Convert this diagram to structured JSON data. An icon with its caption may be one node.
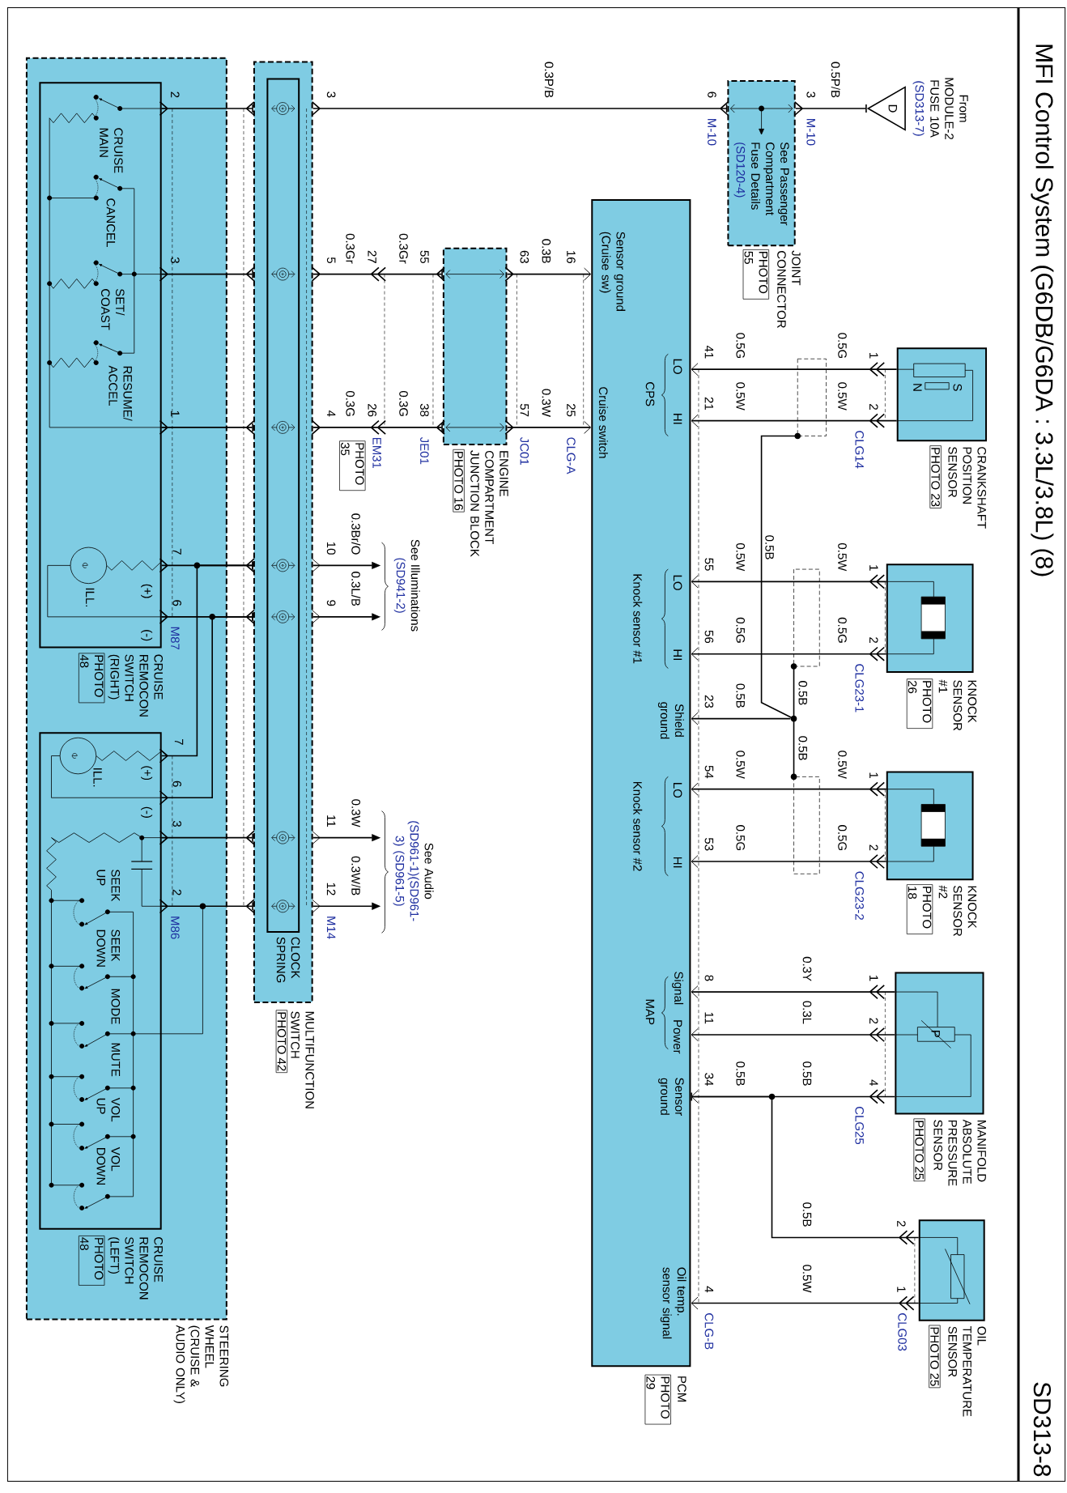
{
  "diagram": {
    "title": "MFI Control System (G6DB/G6DA : 3.3L/3.8L) (8)",
    "nodes": [
      {
        "text": [
          "STEERING WHEEL (CRUISE & AUDIO ONLY)"
        ]
      },
      {
        "text": [
          "CRUISE MAIN",
          "CANCEL",
          "SET/ COAST",
          "RESUME/ ACCEL",
          "ILL.",
          "(+)",
          "(-)",
          "CRUISE REMOCON SWITCH (RIGHT)",
          "PHOTO 48"
        ],
        "in": 0
      },
      {
        "text": [
          "ILL.",
          "(+)",
          "(-)",
          "SEEK UP",
          "SEEK DOWN",
          "MODE",
          "MUTE",
          "VOL UP",
          "VOL DOWN",
          "CRUISE REMOCON SWITCH (LEFT)",
          "PHOTO 48"
        ],
        "in": 0
      },
      {
        "text": [
          "MULTIFUNCTION SWITCH",
          "PHOTO 42"
        ]
      },
      {
        "text": [
          "CLOCK SPRING"
        ],
        "in": 3
      },
      {
        "text": [
          "ENGINE COMPARTMENT JUNCTION BLOCK",
          "PHOTO 16"
        ]
      },
      {
        "text": [
          "See Passenger Compartment Fuse Details",
          "(SD120-4)",
          "JOINT CONNECTOR",
          "PHOTO 55"
        ]
      },
      {
        "text": [
          "D"
        ],
        "beside": [
          "From MODULE-2 FUSE 10A",
          "(SD313-7)"
        ]
      },
      {
        "text": [
          "Sensor ground (Cruise sw)",
          "Cruise switch",
          "LO",
          "HI",
          "CPS",
          "LO",
          "HI",
          "Knock sensor #1",
          "Shield ground",
          "LO",
          "HI",
          "Knock sensor #2",
          "Signal",
          "Power",
          "MAP",
          "Sensor ground",
          "Oil temp. sensor signal",
          "PCM",
          "PHOTO 29"
        ]
      },
      {
        "text": [
          "S",
          "N",
          "CRANKSHAFT POSITION SENSOR",
          "PHOTO 23"
        ]
      },
      {
        "text": [
          "KNOCK SENSOR #1",
          "PHOTO 26"
        ]
      },
      {
        "text": [
          "KNOCK SENSOR #2",
          "PHOTO 18"
        ]
      },
      {
        "text": [
          "P",
          "MANIFOLD ABSOLUTE PRESSURE SENSOR",
          "PHOTO 25"
        ]
      },
      {
        "text": [
          "OIL TEMPERATURE SENSOR",
          "PHOTO 25"
        ]
      },
      {
        "text": [
          "See Illuminations",
          "(SD941-2)"
        ]
      },
      {
        "text": [
          "See Audio",
          "(SD961-1)(SD961-3) (SD961-5)"
        ]
      },
      {
        "text": [],
        "shape": "circle"
      }
    ],
    "edges": [
      {
        "from": 1,
        "to": 3,
        "arrow": "other"
      },
      {
        "from": 1,
        "to": 3,
        "arrow": "other"
      },
      {
        "from": 1,
        "to": 3,
        "arrow": "other"
      },
      {
        "from": 1,
        "to": 3,
        "arrow": "other"
      },
      {
        "from": 1,
        "to": 3,
        "arrow": "other"
      },
      {
        "from": 2,
        "to": 3,
        "arrow": "other"
      },
      {
        "from": 2,
        "to": 3,
        "arrow": "other"
      },
      {
        "from": 2,
        "to": 3,
        "arrow": "other"
      },
      {
        "from": 2,
        "to": 3,
        "arrow": "other"
      },
      {
        "from": 3,
        "to": 6,
        "arrow": "other"
      },
      {
        "from": 6,
        "to": 7,
        "arrow": "other"
      },
      {
        "from": 3,
        "to": 5,
        "arrow": "other"
      },
      {
        "from": 3,
        "to": 5,
        "arrow": "other"
      },
      {
        "from": 5,
        "to": 8,
        "arrow": "to"
      },
      {
        "from": 5,
        "to": 8,
        "arrow": "to"
      },
      {
        "from": 3,
        "to": 14,
        "arrow": "to"
      },
      {
        "from": 3,
        "to": 14,
        "arrow": "to"
      },
      {
        "from": 3,
        "to": 15,
        "arrow": "to"
      },
      {
        "from": 3,
        "to": 15,
        "arrow": "to"
      },
      {
        "from": 9,
        "to": 8,
        "arrow": "to"
      },
      {
        "from": 9,
        "to": 8,
        "arrow": "to"
      },
      {
        "from": 10,
        "to": 8,
        "arrow": "to"
      },
      {
        "from": 10,
        "to": 8,
        "arrow": "to"
      },
      {
        "from": 11,
        "to": 8,
        "arrow": "to"
      },
      {
        "from": 11,
        "to": 8,
        "arrow": "to"
      },
      {
        "from": 12,
        "to": 8,
        "arrow": "to"
      },
      {
        "from": 12,
        "to": 8,
        "arrow": "to"
      },
      {
        "from": 12,
        "to": 8,
        "arrow": "to"
      },
      {
        "from": 13,
        "to": 8,
        "arrow": "other"
      },
      {
        "from": 13,
        "to": 8,
        "arrow": "to"
      },
      {
        "from": 16,
        "to": 8,
        "arrow": "to"
      }
    ],
    "labels": [
      "SD313-8",
      "2",
      "3",
      "1",
      "7",
      "6",
      "M87",
      "7",
      "6",
      "3",
      "2",
      "M86",
      "3",
      "5",
      "4",
      "10",
      "9",
      "11",
      "12",
      "M14",
      "0.3Br/O",
      "0.3L/B",
      "0.3W",
      "0.3W/B",
      "0.3P/B",
      "6",
      "M-10",
      "3",
      "M-10",
      "0.5P/B",
      "0.3Gr",
      "27",
      "0.3Gr",
      "55",
      "0.3G",
      "26",
      "EM31",
      "PHOTO 35",
      "0.3G",
      "38",
      "JE01",
      "63",
      "0.3B",
      "16",
      "57",
      "JC01",
      "0.3W",
      "25",
      "CLG-A",
      "41",
      "0.5G",
      "0.5G",
      "1",
      "21",
      "0.5W",
      "0.5W",
      "2",
      "CLG14",
      "0.5B",
      "55",
      "0.5W",
      "0.5W",
      "1",
      "56",
      "0.5G",
      "0.5G",
      "2",
      "CLG23-1",
      "23",
      "0.5B",
      "0.5B",
      "0.5B",
      "54",
      "0.5W",
      "0.5W",
      "1",
      "53",
      "0.5G",
      "0.5G",
      "2",
      "CLG23-2",
      "8",
      "0.3Y",
      "1",
      "11",
      "0.3L",
      "2",
      "34",
      "0.5B",
      "0.5B",
      "4",
      "CLG25",
      "0.5B",
      "2",
      "4",
      "CLG-B",
      "0.5W",
      "1",
      "CLG03"
    ]
  }
}
